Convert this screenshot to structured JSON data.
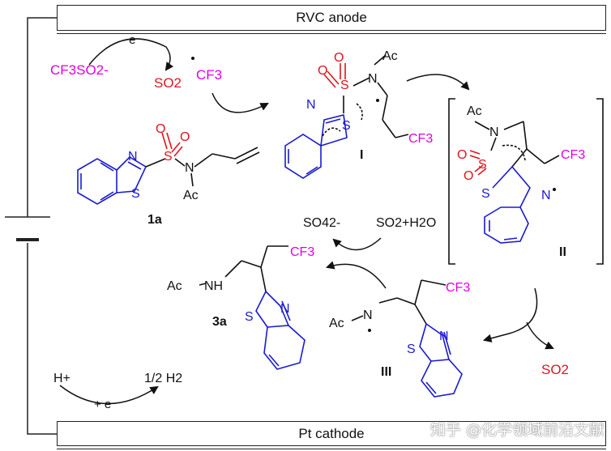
{
  "electrodes": {
    "anode": "RVC anode",
    "cathode": "Pt cathode"
  },
  "anode_step": {
    "reactant": "CF3SO2-",
    "electron": "- e",
    "byproduct": "SO2",
    "radical": "CF3"
  },
  "cathode_step": {
    "reactant": "H+",
    "electron": "+ e",
    "product": "1/2 H2"
  },
  "compounds": {
    "substrate": "1a",
    "intermediate_1": "I",
    "intermediate_2": "II",
    "intermediate_3": "III",
    "product": "3a"
  },
  "groups": {
    "acetyl": "Ac",
    "amine": "NH",
    "nitrogen": "N",
    "sulfur": "S",
    "oxygen": "O",
    "cf3": "CF3"
  },
  "side_reaction": {
    "reactant": "SO2+H2O",
    "product": "SO42-"
  },
  "extrusion": {
    "byproduct": "SO2"
  },
  "watermark": "知乎 @化学领域前沿文献",
  "colors": {
    "magenta": "#e000e0",
    "red": "#e0141e",
    "blue": "#1a1ad0",
    "black": "#111111"
  },
  "icons": [
    "battery-icon",
    "curved-arrow-icon",
    "radical-dot-icon",
    "bracket-icon"
  ]
}
